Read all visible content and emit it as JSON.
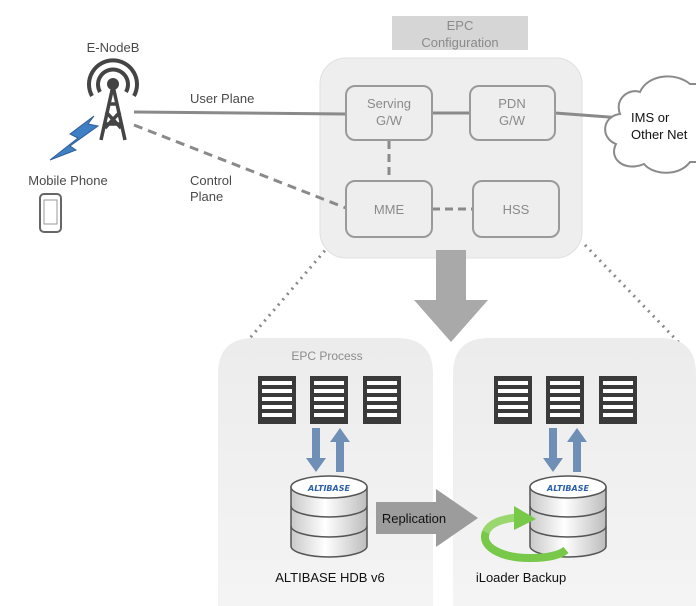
{
  "top_label": {
    "line1": "EPC",
    "line2": "Configuration"
  },
  "enodeb_label": "E-NodeB",
  "mobile_label": "Mobile Phone",
  "links": {
    "user_plane": "User Plane",
    "control_plane_line1": "Control",
    "control_plane_line2": "Plane"
  },
  "nodes": {
    "serving_line1": "Serving",
    "serving_line2": "G/W",
    "pdn_line1": "PDN",
    "pdn_line2": "G/W",
    "mme": "MME",
    "hss": "HSS"
  },
  "cloud": {
    "line1": "IMS or",
    "line2": "Other Net"
  },
  "left_panel": {
    "title": "EPC Process",
    "db_brand": "ALTIBASE",
    "caption": "ALTIBASE HDB v6"
  },
  "replication_label": "Replication",
  "right_panel": {
    "db_brand": "ALTIBASE",
    "caption": "iLoader Backup"
  }
}
